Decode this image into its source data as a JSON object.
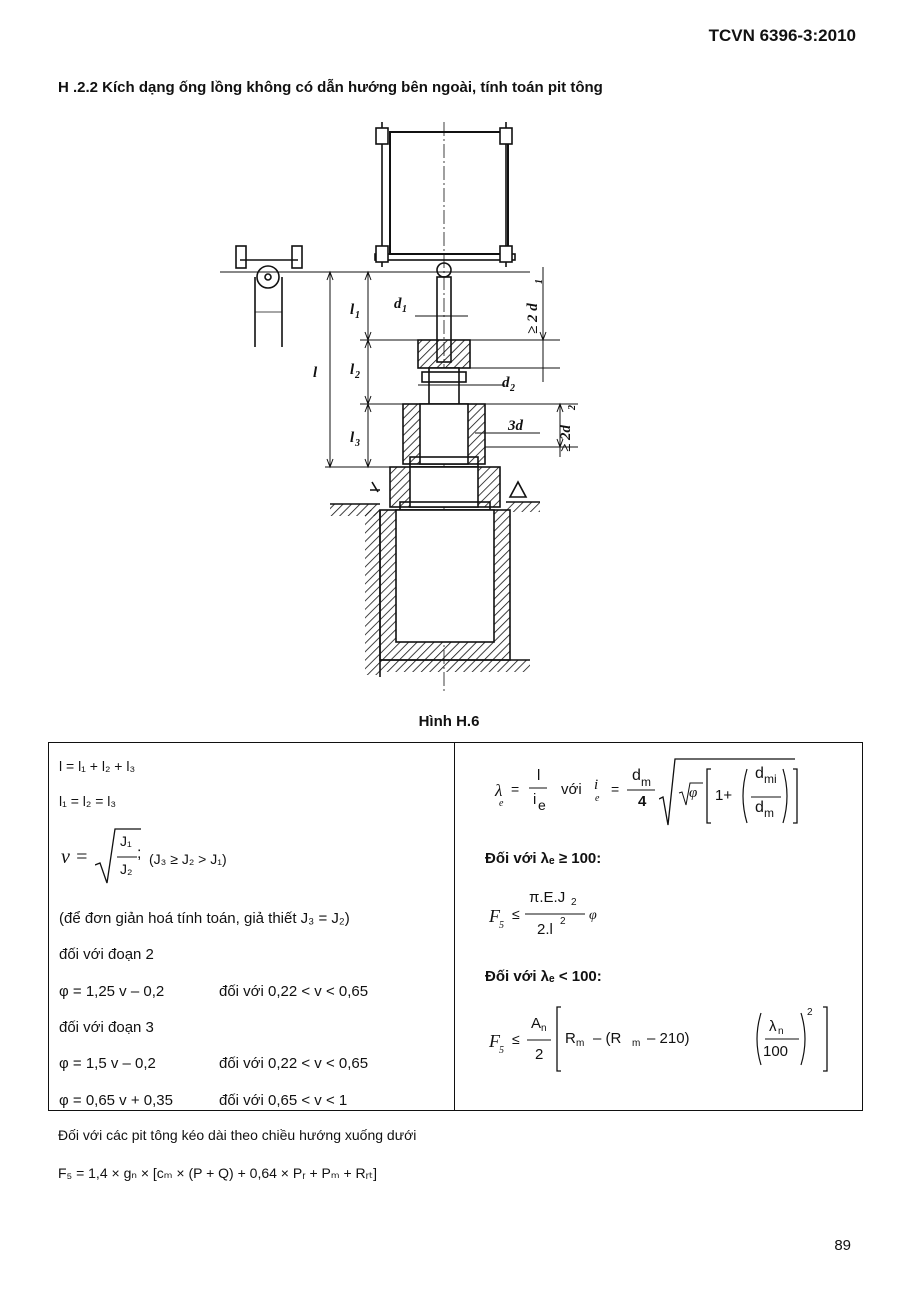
{
  "header": {
    "standard": "TCVN 6396-3:2010"
  },
  "section": {
    "title": "H .2.2  Kích dạng ống lồng không có dẫn hướng bên ngoài, tính toán pit tông"
  },
  "figure": {
    "caption": "Hình H.6",
    "labels": {
      "l": "l",
      "l1": "l",
      "l1sub": "1",
      "l2": "l",
      "l2sub": "2",
      "l3": "l",
      "l3sub": "3",
      "d1": "d",
      "d1sub": "1",
      "d2": "d",
      "d2sub": "2",
      "d3": "3d",
      "ge2d1": "≥ 2 d",
      "ge2d1sub": "1",
      "ge2d2": "≥ 2d",
      "ge2d2sub": "2"
    }
  },
  "table": {
    "left": {
      "l_sum": "l = l₁ + l₂ + l₃",
      "l_equal": "l₁ = l₂ = l₃",
      "nu_lhs": "v =",
      "nu_num": "J₁",
      "nu_den": "J₂",
      "nu_semicolon": ";",
      "nu_cond": "(J₃ ≥ J₂ > J₁)",
      "simplify": "(để đơn giản hoá tính toán, giả thiết J₃ = J₂)",
      "seg2": "đối với đoạn 2",
      "phi1": "φ = 1,25 v – 0,2",
      "phi1_cond": "đối với 0,22 < v < 0,65",
      "seg3": "đối với đoạn 3",
      "phi2": "φ = 1,5 v – 0,2",
      "phi2_cond": "đối với 0,22 < v < 0,65",
      "phi3": "φ = 0,65 v + 0,35",
      "phi3_cond": "đối với 0,65 < v < 1"
    },
    "right": {
      "lambda_lhs": "λ",
      "lambda_sub": "e",
      "lambda_num": "l",
      "lambda_den": "i",
      "lambda_den_sub": "e",
      "with": "với",
      "i_lhs": "i",
      "i_sub": "e",
      "dm": "d",
      "dm_sub": "m",
      "four": "4",
      "phi": "φ",
      "one_plus": "1+",
      "dmi": "d",
      "dmi_sub": "mi",
      "dm2": "d",
      "dm2_sub": "m",
      "case1": "Đối với λₑ ≥ 100:",
      "f5": "F",
      "f5_sub": "5",
      "le": "≤",
      "euler_num": "π.E.J",
      "euler_num_sub": "2",
      "euler_den": "2.l",
      "euler_den_sup": "2",
      "case2": "Đối với λₑ < 100:",
      "an": "A",
      "an_sub": "n",
      "two": "2",
      "rm_a": "R",
      "rm_b": "– (R",
      "rm_c": "– 210)",
      "rm_sub": "m",
      "lam_n": "λ",
      "lam_n_sub": "n",
      "hundred": "100",
      "sq": "2"
    }
  },
  "footer": {
    "note": "Đối với các pit tông kéo dài theo chiều hướng xuống dưới",
    "formula": "F₅ = 1,4 × gₙ × [cₘ × (P + Q) + 0,64 × Pᵣ + Pₘ + Rᵣₜ]",
    "page": "89"
  }
}
